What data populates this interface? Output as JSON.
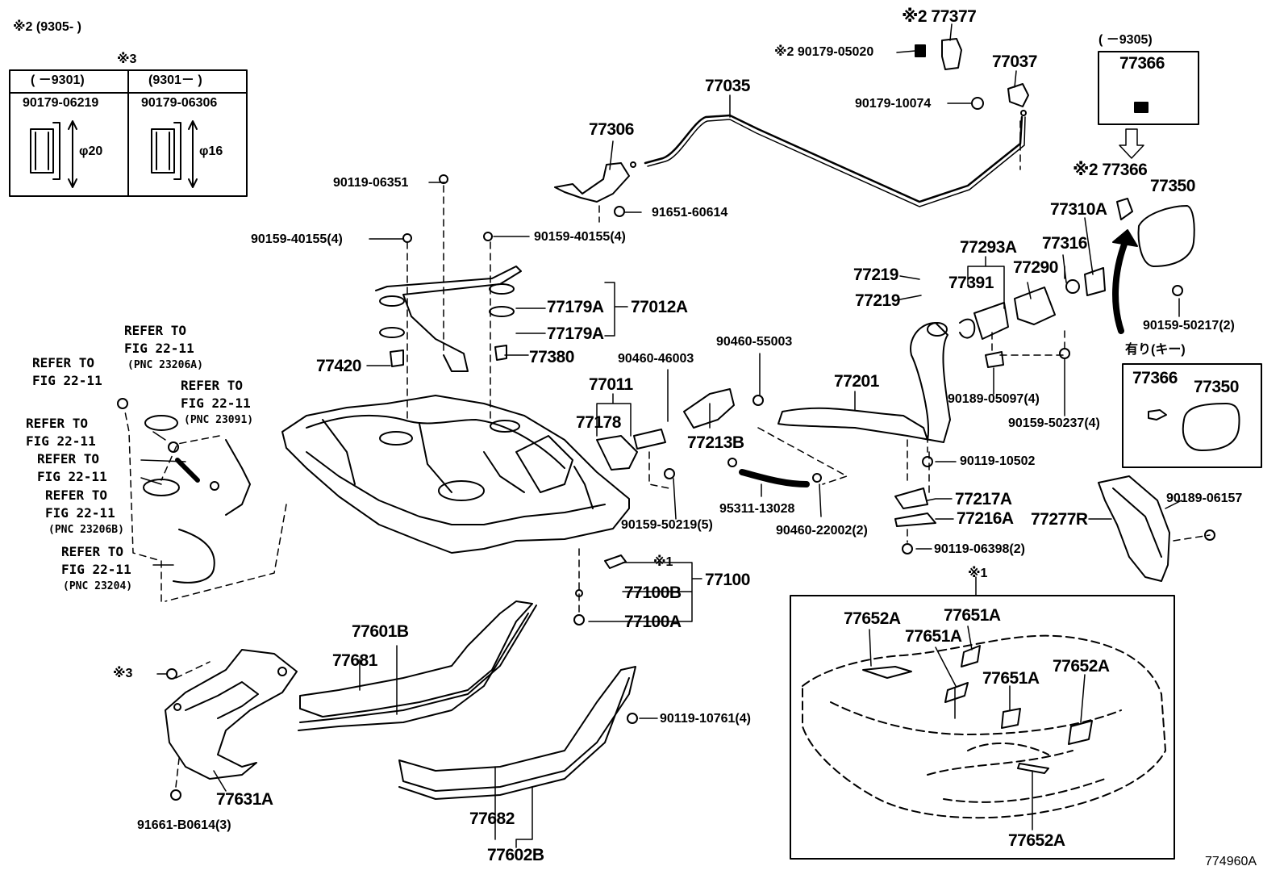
{
  "figure_id": "774960A",
  "top_note": "※2 (9305-    )",
  "bolt_table": {
    "title": "※3",
    "cols": [
      {
        "range": "(   －9301)",
        "part": "90179-06219",
        "dia": "φ20"
      },
      {
        "range": "(9301－   )",
        "part": "90179-06306",
        "dia": "φ16"
      }
    ]
  },
  "top_right_box": {
    "range": "(    －9305)",
    "part": "77366"
  },
  "key_box": {
    "title": "有り(キー)",
    "part_a": "77366",
    "part_b": "77350"
  },
  "inset_box": {
    "mark": "※1"
  },
  "refs": {
    "r1": {
      "a": "REFER TO",
      "b": "FIG 22-11",
      "c": "(PNC 23206A)"
    },
    "r2": {
      "a": "REFER TO",
      "b": "FIG 22-11",
      "c": "(PNC 23091)"
    },
    "r3": {
      "a": "REFER TO",
      "b": "FIG 22-11"
    },
    "r4": {
      "a": "REFER TO",
      "b": "FIG 22-11"
    },
    "r5": {
      "a": "REFER TO",
      "b": "FIG 22-11"
    },
    "r6": {
      "a": "REFER TO",
      "b": "FIG 22-11",
      "c": "(PNC 23206B)"
    },
    "r7": {
      "a": "REFER TO",
      "b": "FIG 22-11",
      "c": "(PNC 23204)"
    }
  },
  "parts": {
    "p77377": "※2 77377",
    "p90179_05020": "※2  90179-05020",
    "p77037": "77037",
    "p90179_10074": "90179-10074",
    "p77035": "77035",
    "p77306": "77306",
    "p90119_06351": "90119-06351",
    "p91651_60614": "91651-60614",
    "p90159_40155a": "90159-40155(4)",
    "p90159_40155b": "90159-40155(4)",
    "p77179A_1": "77179A",
    "p77012A": "77012A",
    "p77179A_2": "77179A",
    "p77420": "77420",
    "p77380": "77380",
    "p90460_46003": "90460-46003",
    "p77011": "77011",
    "p77178": "77178",
    "p90460_55003": "90460-55003",
    "p77213B": "77213B",
    "p77201": "77201",
    "p77219a": "77219",
    "p77219b": "77219",
    "p77293A": "77293A",
    "p77391": "77391",
    "p77290": "77290",
    "p77316": "77316",
    "p77310A": "77310A",
    "p77366": "※2  77366",
    "p77350": "77350",
    "p90159_50217": "90159-50217(2)",
    "p90189_05097": "90189-05097(4)",
    "p90159_50237": "90159-50237(4)",
    "p90119_10502": "90119-10502",
    "p77217A": "77217A",
    "p77216A": "77216A",
    "p90119_06398": "90119-06398(2)",
    "p90189_06157": "90189-06157",
    "p77277R": "77277R",
    "p95311_13028": "95311-13028",
    "p90460_22002": "90460-22002(2)",
    "p90159_50219": "90159-50219(5)",
    "p_mark1": "※1",
    "p77100": "77100",
    "p77100B": "77100B",
    "p77100A": "77100A",
    "p77601B": "77601B",
    "p77681": "77681",
    "p90119_10761": "90119-10761(4)",
    "p_mark3": "※3",
    "p77631A": "77631A",
    "p91661_B0614": "91661-B0614(3)",
    "p77682": "77682",
    "p77602B": "77602B",
    "i77652A_1": "77652A",
    "i77651A_1": "77651A",
    "i77651A_2": "77651A",
    "i77652A_2": "77652A",
    "i77651A_3": "77651A",
    "i77652A_3": "77652A"
  }
}
